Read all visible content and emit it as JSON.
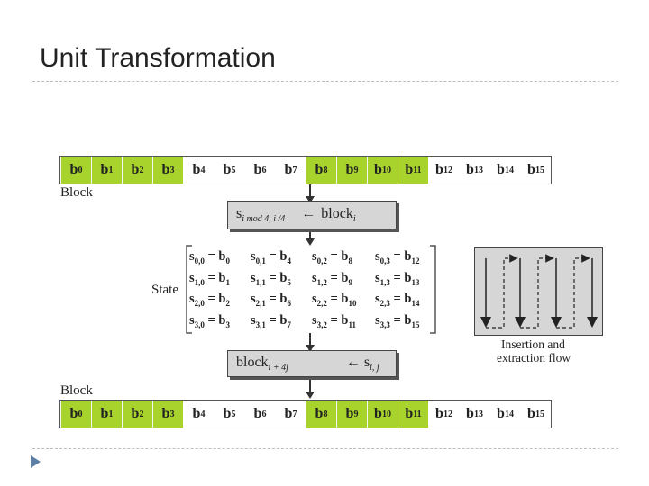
{
  "slide": {
    "title": "Unit Transformation"
  },
  "diagram": {
    "block_label": "Block",
    "state_label": "State",
    "flow_caption_line1": "Insertion and",
    "flow_caption_line2": "extraction flow",
    "block_cells": [
      {
        "base": "b",
        "sub": "0",
        "hl": true
      },
      {
        "base": "b",
        "sub": "1",
        "hl": true
      },
      {
        "base": "b",
        "sub": "2",
        "hl": true
      },
      {
        "base": "b",
        "sub": "3",
        "hl": true
      },
      {
        "base": "b",
        "sub": "4",
        "hl": false
      },
      {
        "base": "b",
        "sub": "5",
        "hl": false
      },
      {
        "base": "b",
        "sub": "6",
        "hl": false
      },
      {
        "base": "b",
        "sub": "7",
        "hl": false
      },
      {
        "base": "b",
        "sub": "8",
        "hl": true
      },
      {
        "base": "b",
        "sub": "9",
        "hl": true
      },
      {
        "base": "b",
        "sub": "10",
        "hl": true
      },
      {
        "base": "b",
        "sub": "11",
        "hl": true
      },
      {
        "base": "b",
        "sub": "12",
        "hl": false
      },
      {
        "base": "b",
        "sub": "13",
        "hl": false
      },
      {
        "base": "b",
        "sub": "14",
        "hl": false
      },
      {
        "base": "b",
        "sub": "15",
        "hl": false
      }
    ],
    "formula_top": {
      "lhs_base": "s",
      "lhs_sub": "i mod 4, i /4",
      "arrow": "←",
      "rhs_base": "block",
      "rhs_sub": "i"
    },
    "formula_bottom": {
      "lhs_base": "block",
      "lhs_sub": "i + 4j",
      "arrow": "←",
      "rhs_base": "s",
      "rhs_sub": "i, j"
    },
    "state_rows": [
      [
        {
          "lhs": "0,0",
          "rhs": "0"
        },
        {
          "lhs": "0,1",
          "rhs": "4"
        },
        {
          "lhs": "0,2",
          "rhs": "8"
        },
        {
          "lhs": "0,3",
          "rhs": "12"
        }
      ],
      [
        {
          "lhs": "1,0",
          "rhs": "1"
        },
        {
          "lhs": "1,1",
          "rhs": "5"
        },
        {
          "lhs": "1,2",
          "rhs": "9"
        },
        {
          "lhs": "1,3",
          "rhs": "13"
        }
      ],
      [
        {
          "lhs": "2,0",
          "rhs": "2"
        },
        {
          "lhs": "2,1",
          "rhs": "6"
        },
        {
          "lhs": "2,2",
          "rhs": "10"
        },
        {
          "lhs": "2,3",
          "rhs": "14"
        }
      ],
      [
        {
          "lhs": "3,0",
          "rhs": "3"
        },
        {
          "lhs": "3,1",
          "rhs": "7"
        },
        {
          "lhs": "3,2",
          "rhs": "11"
        },
        {
          "lhs": "3,3",
          "rhs": "15"
        }
      ]
    ],
    "colors": {
      "highlight": "#a8d32c",
      "panel": "#d6d6d6",
      "bullet": "#5b7fa6"
    }
  }
}
